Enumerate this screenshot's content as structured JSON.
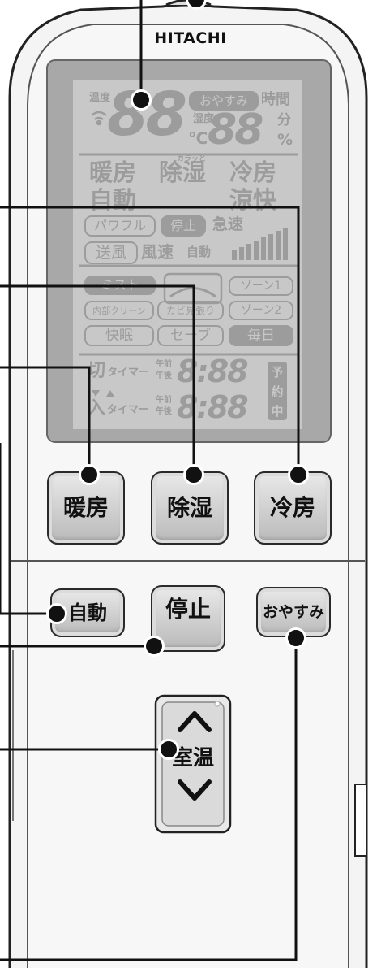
{
  "brand": "HITACHI",
  "lcd": {
    "temp_small": "温度",
    "digits_big": "88",
    "celsius": "℃",
    "oyasumi_badge": "おやすみ",
    "jikan": "時間",
    "humidity_small": "湿度",
    "digits_small": "88",
    "fun": "分",
    "percent": "%",
    "karatto": "カラッと",
    "modes_row1": [
      "暖房",
      "除湿",
      "冷房"
    ],
    "modes_row2": [
      "自動",
      "涼快"
    ],
    "powerful": "パワフル",
    "teishi": "停止",
    "kyusoku": "急速",
    "soufuu": "送風",
    "fuusoku": "風速",
    "jidou_small": "自動",
    "mist": "ミスト",
    "zone1": "ゾーン1",
    "naibu_clean": "内部クリーン",
    "kabi_mihari": "カビ見張り",
    "zone2": "ゾーン2",
    "kaimin": "快眠",
    "save": "セーブ",
    "mainichi": "毎日",
    "kiri": "切",
    "timer": "タイマー",
    "gozen": "午前",
    "gogo": "午後",
    "iri": "入",
    "time_digits": "8:88",
    "yoyaku_chu": [
      "予",
      "約",
      "中"
    ]
  },
  "buttons": {
    "heat": "暖房",
    "dehumidify": "除湿",
    "cool": "冷房",
    "auto": "自動",
    "stop": "停止",
    "oyasumi": "おやすみ",
    "room_temp": "室温"
  }
}
